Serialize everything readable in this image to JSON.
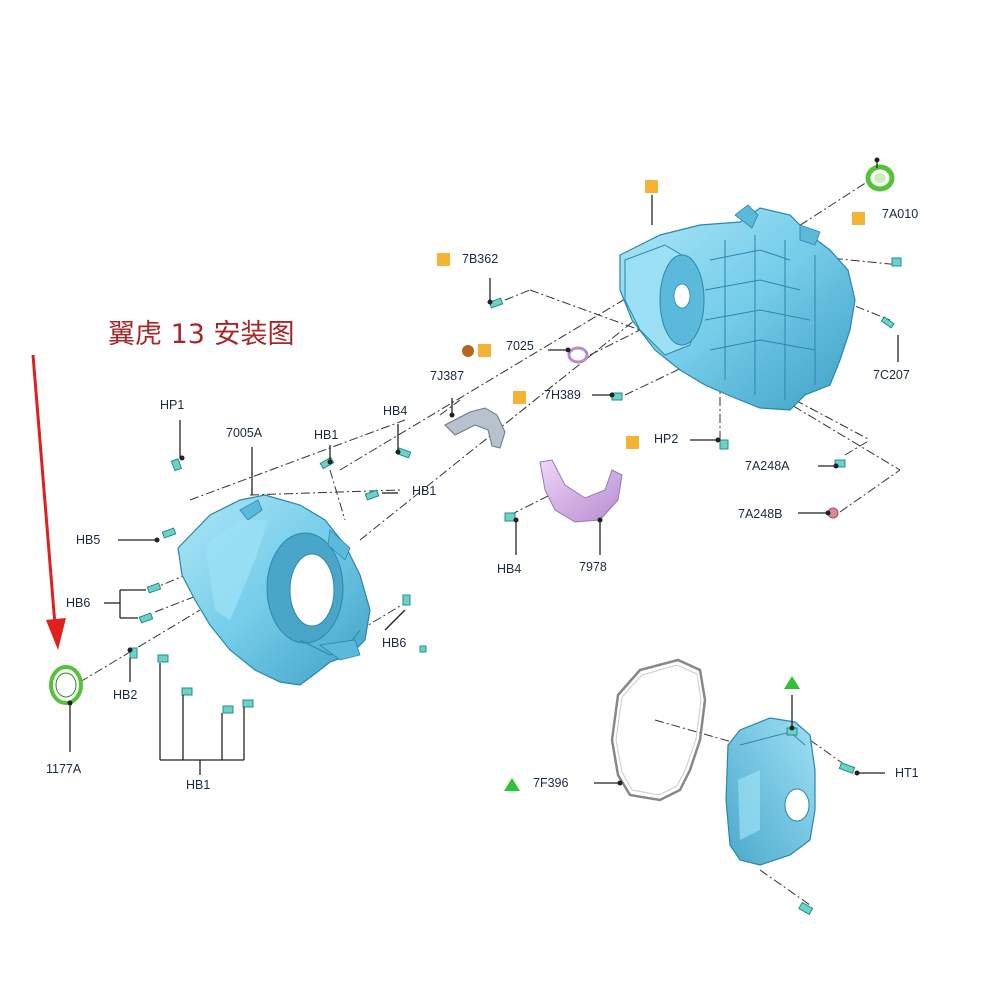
{
  "diagram": {
    "title": "翼虎 13 安装图",
    "colors": {
      "housing": "#7fd3ec",
      "housing_dark": "#3a9ec0",
      "seal": "#56c23a",
      "gasket": "#d9a0ee",
      "marker_square": "#f5b336",
      "marker_triangle": "#2fc234",
      "marker_dot": "#b8641c",
      "arrow": "#e0201c",
      "leader": "#222222"
    },
    "labels": {
      "hp1": "HP1",
      "p7005a": "7005A",
      "hb1_top": "HB1",
      "hb1_right": "HB1",
      "hb5": "HB5",
      "hb6_left": "HB6",
      "hb6_right": "HB6",
      "hb2": "HB2",
      "hb1_bottom": "HB1",
      "p1177a": "1177A",
      "hb4_top": "HB4",
      "p7j387": "7J387",
      "p7b362": "7B362",
      "p7025": "7025",
      "p7h389": "7H389",
      "hp2": "HP2",
      "hb4_bottom": "HB4",
      "p7978": "7978",
      "p7a010": "7A010",
      "p7c207": "7C207",
      "p7a248a": "7A248A",
      "p7a248b": "7A248B",
      "p7f396": "7F396",
      "ht1": "HT1"
    }
  }
}
